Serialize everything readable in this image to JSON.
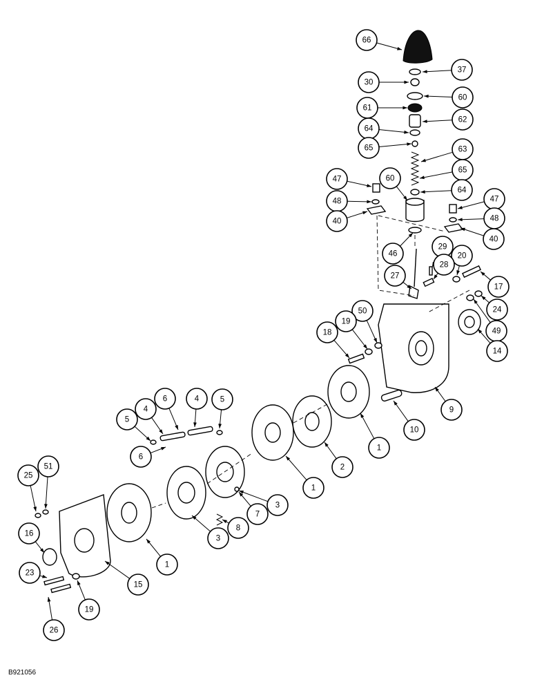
{
  "drawing_id": "B921056",
  "callouts": [
    {
      "id": "c66",
      "label": "66"
    },
    {
      "id": "c37",
      "label": "37"
    },
    {
      "id": "c30",
      "label": "30"
    },
    {
      "id": "c60a",
      "label": "60"
    },
    {
      "id": "c61",
      "label": "61"
    },
    {
      "id": "c62",
      "label": "62"
    },
    {
      "id": "c64a",
      "label": "64"
    },
    {
      "id": "c65a",
      "label": "65"
    },
    {
      "id": "c63",
      "label": "63"
    },
    {
      "id": "c65b",
      "label": "65"
    },
    {
      "id": "c47a",
      "label": "47"
    },
    {
      "id": "c60b",
      "label": "60"
    },
    {
      "id": "c64b",
      "label": "64"
    },
    {
      "id": "c48a",
      "label": "48"
    },
    {
      "id": "c47b",
      "label": "47"
    },
    {
      "id": "c40a",
      "label": "40"
    },
    {
      "id": "c48b",
      "label": "48"
    },
    {
      "id": "c40b",
      "label": "40"
    },
    {
      "id": "c46",
      "label": "46"
    },
    {
      "id": "c29",
      "label": "29"
    },
    {
      "id": "c20",
      "label": "20"
    },
    {
      "id": "c28",
      "label": "28"
    },
    {
      "id": "c27",
      "label": "27"
    },
    {
      "id": "c17",
      "label": "17"
    },
    {
      "id": "c24",
      "label": "24"
    },
    {
      "id": "c50",
      "label": "50"
    },
    {
      "id": "c19a",
      "label": "19"
    },
    {
      "id": "c18",
      "label": "18"
    },
    {
      "id": "c49",
      "label": "49"
    },
    {
      "id": "c14",
      "label": "14"
    },
    {
      "id": "c9",
      "label": "9"
    },
    {
      "id": "c10",
      "label": "10"
    },
    {
      "id": "c1a",
      "label": "1"
    },
    {
      "id": "c2",
      "label": "2"
    },
    {
      "id": "c1b",
      "label": "1"
    },
    {
      "id": "c6a",
      "label": "6"
    },
    {
      "id": "c4a",
      "label": "4"
    },
    {
      "id": "c5a",
      "label": "5"
    },
    {
      "id": "c4b",
      "label": "4"
    },
    {
      "id": "c5b",
      "label": "5"
    },
    {
      "id": "c6b",
      "label": "6"
    },
    {
      "id": "c3a",
      "label": "3"
    },
    {
      "id": "c7",
      "label": "7"
    },
    {
      "id": "c8",
      "label": "8"
    },
    {
      "id": "c3b",
      "label": "3"
    },
    {
      "id": "c25",
      "label": "25"
    },
    {
      "id": "c51",
      "label": "51"
    },
    {
      "id": "c16",
      "label": "16"
    },
    {
      "id": "c1c",
      "label": "1"
    },
    {
      "id": "c15",
      "label": "15"
    },
    {
      "id": "c23",
      "label": "23"
    },
    {
      "id": "c19b",
      "label": "19"
    },
    {
      "id": "c26",
      "label": "26"
    }
  ]
}
